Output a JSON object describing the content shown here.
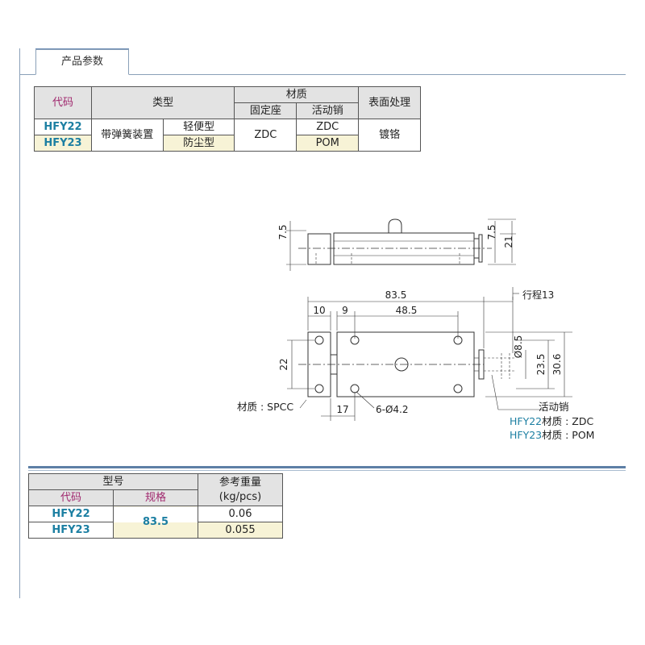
{
  "tab": {
    "label": "产品参数"
  },
  "spec_table": {
    "headers": {
      "code": "代码",
      "type": "类型",
      "material": "材质",
      "fixed_seat": "固定座",
      "movable_pin": "活动销",
      "surface": "表面处理"
    },
    "rows": [
      {
        "code": "HFY22",
        "type_group": "带弹簧装置",
        "subtype": "轻便型",
        "fixed_seat": "ZDC",
        "movable_pin": "ZDC",
        "surface": "镀铬"
      },
      {
        "code": "HFY23",
        "subtype": "防尘型",
        "movable_pin": "POM"
      }
    ]
  },
  "drawing": {
    "side_view": {
      "dim_left": "7.5",
      "dim_right_small": "7.5",
      "dim_right": "21"
    },
    "top_view": {
      "dim_total": "83.5",
      "dim_stroke": "行程13",
      "dim_a": "10",
      "dim_b": "9",
      "dim_c": "48.5",
      "dim_height": "22",
      "dim_pin_dia": "Ø8.5",
      "dim_hole_span": "23.5",
      "dim_overall_height": "30.6",
      "dim_bottom": "17",
      "dim_holes": "6-Ø4.2"
    },
    "notes": {
      "base_material": "材质 : SPCC",
      "pin_label": "活动销",
      "pin_material_1_code": "HFY22",
      "pin_material_1_text": "材质 : ZDC",
      "pin_material_2_code": "HFY23",
      "pin_material_2_text": "材质 : POM"
    }
  },
  "weight_table": {
    "headers": {
      "model": "型号",
      "code": "代码",
      "spec": "规格",
      "weight": "参考重量",
      "weight_unit": "(kg/pcs)"
    },
    "rows": [
      {
        "code": "HFY22",
        "spec": "83.5",
        "weight": "0.06"
      },
      {
        "code": "HFY23",
        "weight": "0.055"
      }
    ]
  }
}
